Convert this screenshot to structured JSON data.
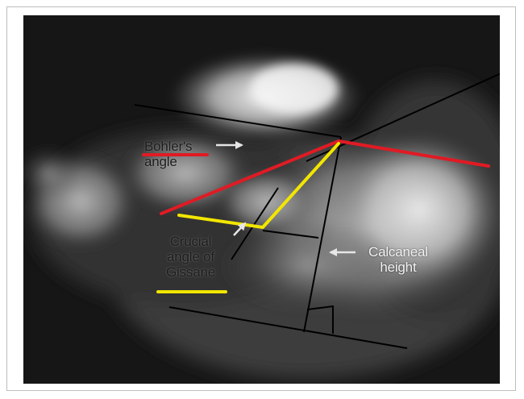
{
  "labels": {
    "bohler_line1": "Bohler's",
    "bohler_line2": "angle",
    "gissane_line1": "Crucial",
    "gissane_line2": "angle of",
    "gissane_line3": "Gissane",
    "calcaneal_line1": "Calcaneal",
    "calcaneal_line2": "height"
  },
  "colors": {
    "bohler_angle": "#e01b24",
    "gissane_angle": "#f2e600",
    "reference_lines": "#000000",
    "arrows": "#e6e6e6"
  },
  "icons": [
    "arrow-right-icon",
    "arrow-left-icon",
    "arrow-diagonal-icon",
    "right-angle-marker-icon"
  ]
}
